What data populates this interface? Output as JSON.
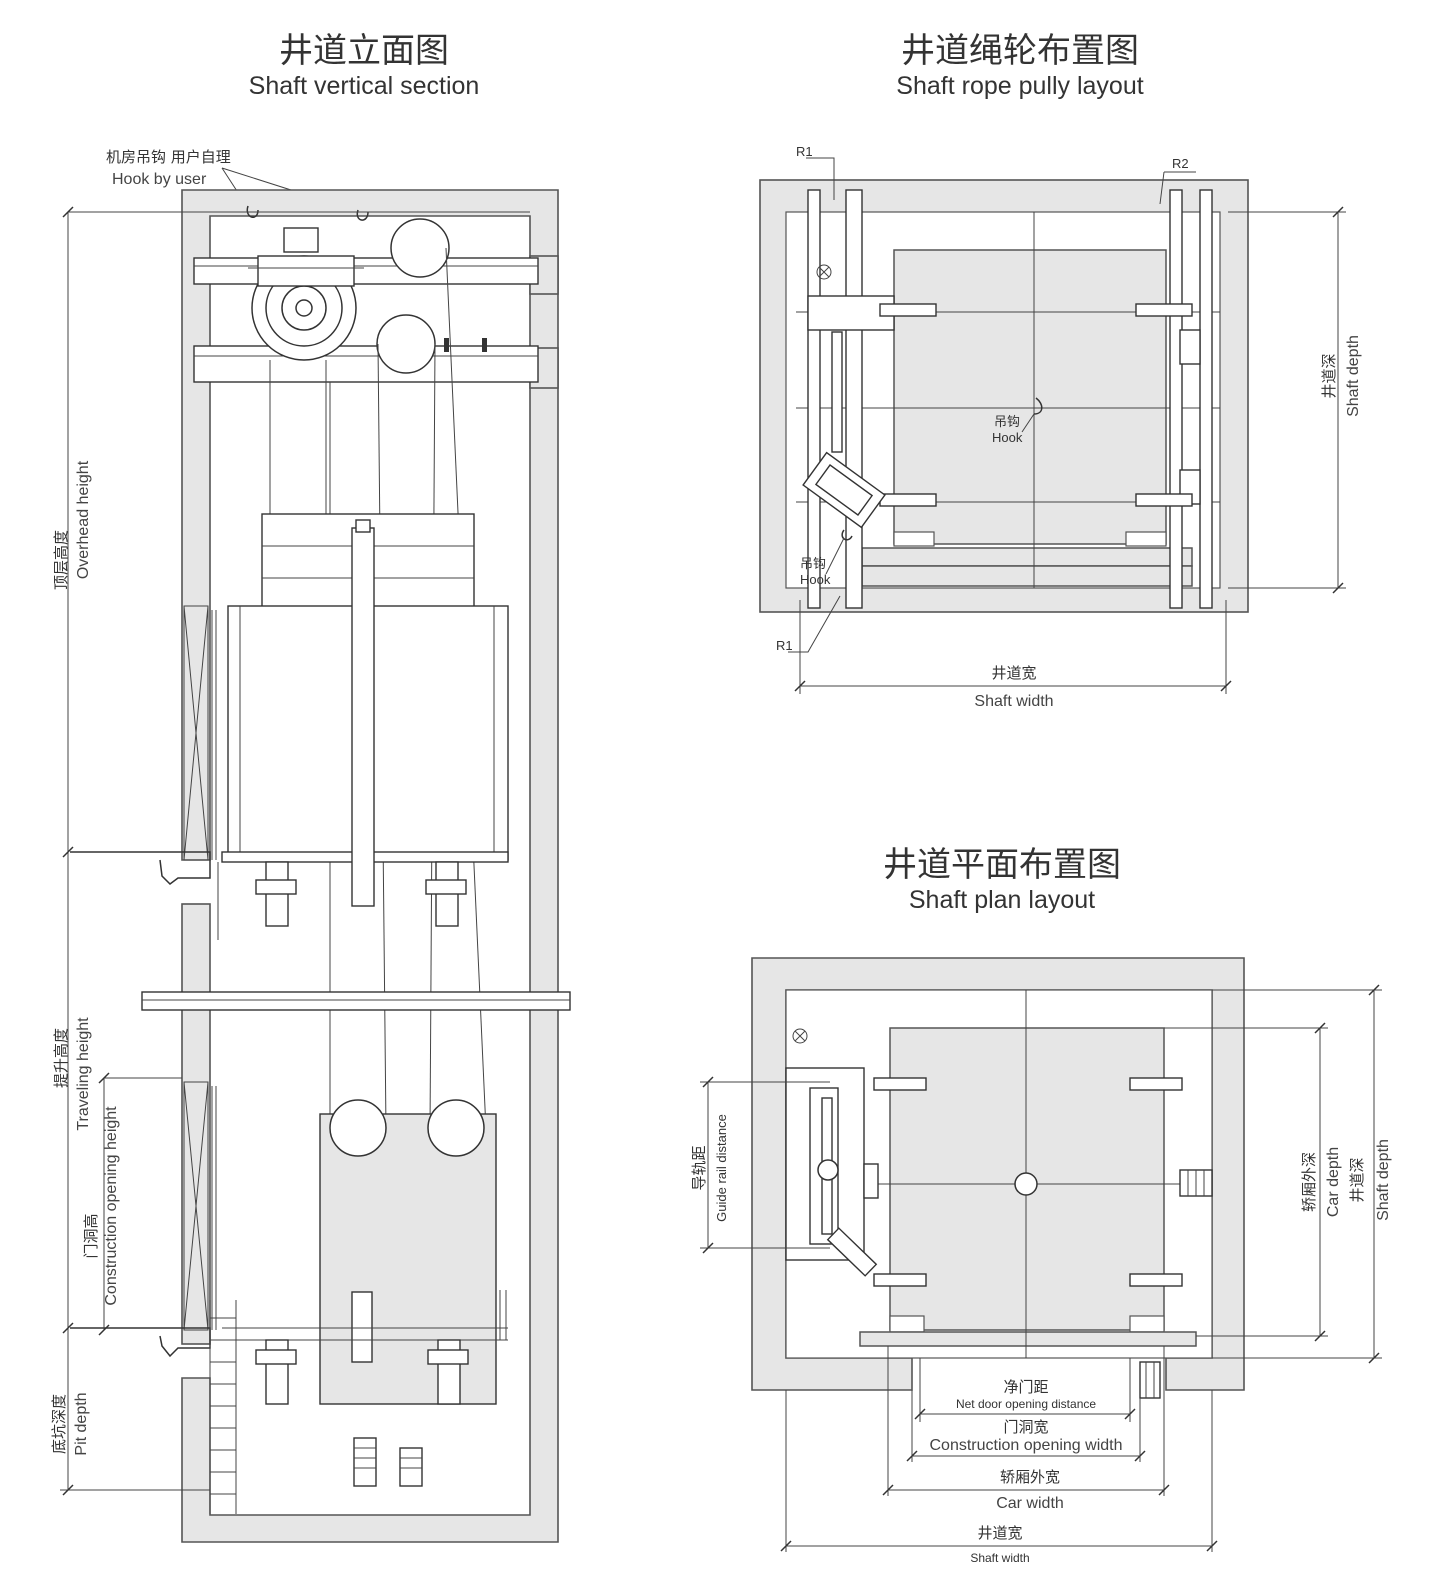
{
  "section": {
    "title_cn": "井道立面图",
    "title_en": "Shaft vertical section",
    "hook_cn": "机房吊钩 用户自理",
    "hook_en": "Hook by user",
    "overhead_cn": "顶层高度",
    "overhead_en": "Overhead height",
    "travel_cn": "提升高度",
    "travel_en": "Traveling height",
    "opening_cn": "门洞高",
    "opening_en": "Construction opening height",
    "pit_cn": "底坑深度",
    "pit_en": "Pit depth"
  },
  "pulley": {
    "title_cn": "井道绳轮布置图",
    "title_en": "Shaft rope pully layout",
    "r1_top": "R1",
    "r2": "R2",
    "r1_bottom": "R1",
    "hook_cn": "吊钩",
    "hook_en": "Hook",
    "hook2_cn": "吊钩",
    "hook2_en": "Hook",
    "depth_cn": "井道深",
    "depth_en": "Shaft depth",
    "width_cn": "井道宽",
    "width_en": "Shaft width"
  },
  "plan": {
    "title_cn": "井道平面布置图",
    "title_en": "Shaft plan layout",
    "guide_cn": "导轨距",
    "guide_en": "Guide rail distance",
    "car_depth_cn": "轿厢外深",
    "car_depth_en": "Car depth",
    "shaft_depth_cn": "井道深",
    "shaft_depth_en": "Shaft depth",
    "net_door_cn": "净门距",
    "net_door_en": "Net door opening distance",
    "opening_w_cn": "门洞宽",
    "opening_w_en": "Construction opening width",
    "car_w_cn": "轿厢外宽",
    "car_w_en": "Car width",
    "shaft_w_cn": "井道宽",
    "shaft_w_en": "Shaft width"
  }
}
